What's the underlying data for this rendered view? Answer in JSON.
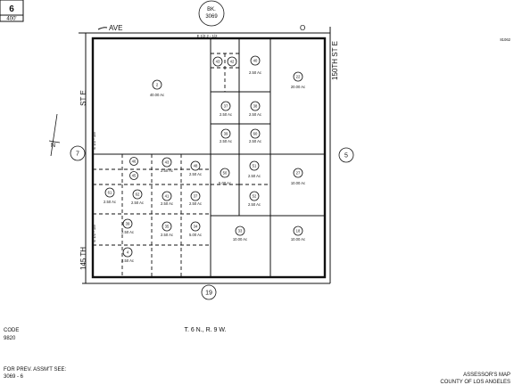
{
  "header": {
    "map_number": "6",
    "scale": "400'",
    "book_label": "BK.",
    "book_number": "3069"
  },
  "streets": {
    "top": "AVE",
    "top_suffix": "O",
    "left": "ST E",
    "right": "150TH ST E",
    "bottom_left": "145 TH"
  },
  "dimensions": {
    "top": "E 1/2 2 - 1/2",
    "left_upper": "E 1/2 - 1/8",
    "left_lower": "E 1/2 - 1/8"
  },
  "adjacent_pages": {
    "west": "7",
    "east": "5",
    "south": "19"
  },
  "parcels": [
    {
      "n": "2",
      "a": "40.00 Ac"
    },
    {
      "n": "43",
      "a": ""
    },
    {
      "n": "42",
      "a": ""
    },
    {
      "n": "40",
      "a": "2.50 Ac"
    },
    {
      "n": "22",
      "a": "20.00 Ac"
    },
    {
      "n": "37",
      "a": "2.50 Ac"
    },
    {
      "n": "38",
      "a": "2.50 Ac"
    },
    {
      "n": "39",
      "a": "2.50 Ac"
    },
    {
      "n": "60",
      "a": "2.50 Ac"
    },
    {
      "n": "46",
      "a": ""
    },
    {
      "n": "45",
      "a": ""
    },
    {
      "n": "43",
      "a": "2.50 Ac"
    },
    {
      "n": "48",
      "a": "2.50 Ac"
    },
    {
      "n": "50",
      "a": "5.00 Ac"
    },
    {
      "n": "51",
      "a": "2.50 Ac"
    },
    {
      "n": "27",
      "a": "10.00 Ac"
    },
    {
      "n": "61",
      "a": "2.50 Ac"
    },
    {
      "n": "62",
      "a": "2.50 Ac"
    },
    {
      "n": "41",
      "a": "2.50 Ac"
    },
    {
      "n": "37",
      "a": "2.50 Ac"
    },
    {
      "n": "52",
      "a": "2.50 Ac"
    },
    {
      "n": "39",
      "a": "2.50 Ac"
    },
    {
      "n": "35",
      "a": "2.50 Ac"
    },
    {
      "n": "34",
      "a": "5.00 Ac"
    },
    {
      "n": "33",
      "a": "10.00 Ac"
    },
    {
      "n": "18",
      "a": "10.00 Ac"
    },
    {
      "n": "4",
      "a": "2.50 Ac"
    }
  ],
  "north_label": "N",
  "code_label": "CODE",
  "code_value": "9820",
  "township": "T. 6 N., R. 9 W.",
  "footer_left_1": "FOR PREV. ASSM'T SEE:",
  "footer_left_2": "3069 - 6",
  "footer_right_1": "ASSESSOR'S MAP",
  "footer_right_2": "COUNTY OF LOS ANGELES",
  "corner_stamp": "81062"
}
